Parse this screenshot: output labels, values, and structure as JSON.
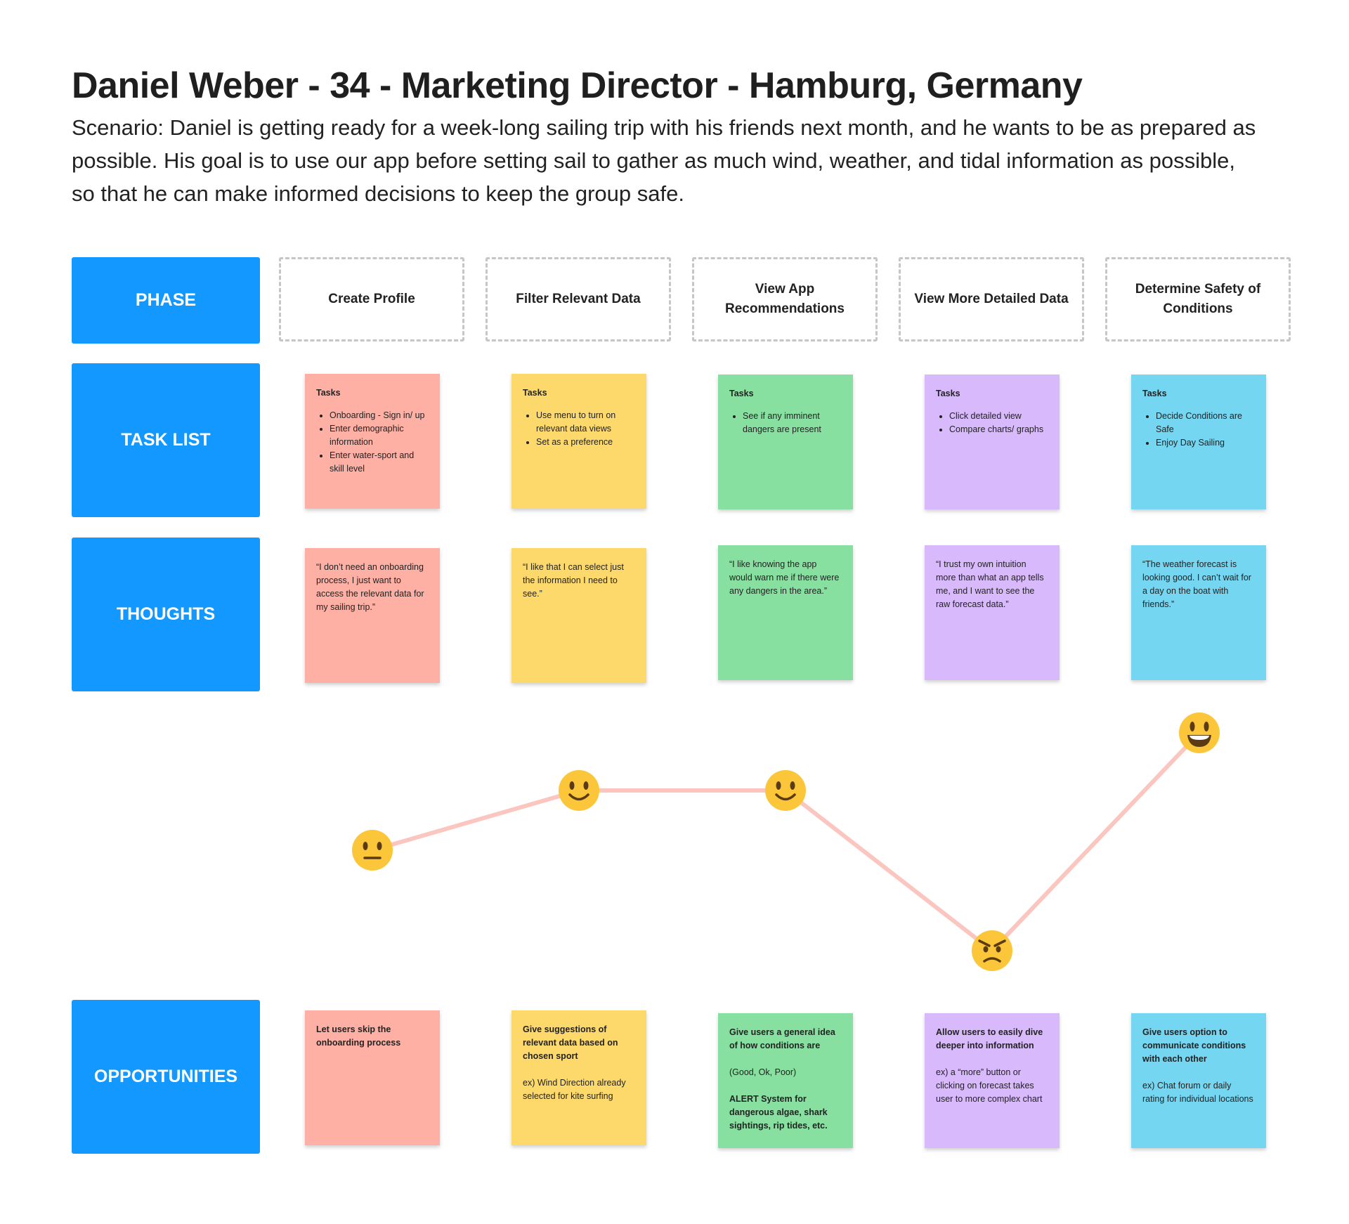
{
  "header": {
    "title": "Daniel Weber - 34 - Marketing Director - Hamburg, Germany",
    "scenario": "Scenario: Daniel is getting ready for a week-long sailing trip with his friends next month, and he wants to be as prepared as possible. His goal is to use our app before setting sail to gather as much wind, weather, and tidal information as possible, so that he can make informed decisions to keep the group safe."
  },
  "row_labels": {
    "phase": "PHASE",
    "tasks": "TASK LIST",
    "thoughts": "THOUGHTS",
    "opportunities": "OPPORTUNITIES"
  },
  "phases": [
    "Create Profile",
    "Filter Relevant Data",
    "View App Recommendations",
    "View More Detailed Data",
    "Determine Safety of Conditions"
  ],
  "tasks_heading": "Tasks",
  "tasks": [
    [
      "Onboarding - Sign in/ up",
      "Enter demographic information",
      "Enter water-sport and skill level"
    ],
    [
      "Use menu to turn on relevant data views",
      "Set as a preference"
    ],
    [
      "See if any imminent dangers are present"
    ],
    [
      "Click detailed view",
      "Compare charts/ graphs"
    ],
    [
      "Decide Conditions are Safe",
      "Enjoy Day Sailing"
    ]
  ],
  "thoughts": [
    "“I don’t need an onboarding process, I just want to access the relevant data for my sailing trip.”",
    "“I like that I can select just the information I need to see.”",
    "“I like knowing the app would warn me if there were any dangers in the area.”",
    "“I trust my own intuition more than what an app tells me, and I want to see the raw forecast data.”",
    "“The weather forecast is looking good. I can’t wait for a day on the boat with friends.”"
  ],
  "opportunities": [
    {
      "bold": "Let users skip the onboarding process",
      "detail": "",
      "bold2": ""
    },
    {
      "bold": "Give suggestions of relevant data based on chosen sport",
      "detail": "ex) Wind Direction already selected for kite surfing",
      "bold2": ""
    },
    {
      "bold": "Give users a general idea of how conditions are",
      "detail": "(Good, Ok, Poor)",
      "bold2": "ALERT System for dangerous algae, shark sightings, rip tides, etc."
    },
    {
      "bold": "Allow users to easily dive deeper into information",
      "detail": "ex) a “more” button or clicking on forecast takes user to more complex chart",
      "bold2": ""
    },
    {
      "bold": "Give users option to communicate conditions with each other",
      "detail": "ex) Chat forum or daily rating for individual locations",
      "bold2": ""
    }
  ],
  "emotion_curve": {
    "line_color": "#fbc5c0",
    "face_color": "#fcc63a",
    "points": [
      {
        "phase": "Create Profile",
        "emotion": "neutral-face-icon",
        "level": 3
      },
      {
        "phase": "Filter Relevant Data",
        "emotion": "smiling-face-icon",
        "level": 4
      },
      {
        "phase": "View App Recommendations",
        "emotion": "smiling-face-icon",
        "level": 4
      },
      {
        "phase": "View More Detailed Data",
        "emotion": "angry-face-icon",
        "level": 1
      },
      {
        "phase": "Determine Safety of Conditions",
        "emotion": "grinning-face-icon",
        "level": 5
      }
    ]
  },
  "colors": {
    "label_blue": "#1298ff",
    "note_colors": [
      "#feb0a4",
      "#fdd96c",
      "#87e0a0",
      "#d8b9fc",
      "#74d6f1"
    ]
  }
}
